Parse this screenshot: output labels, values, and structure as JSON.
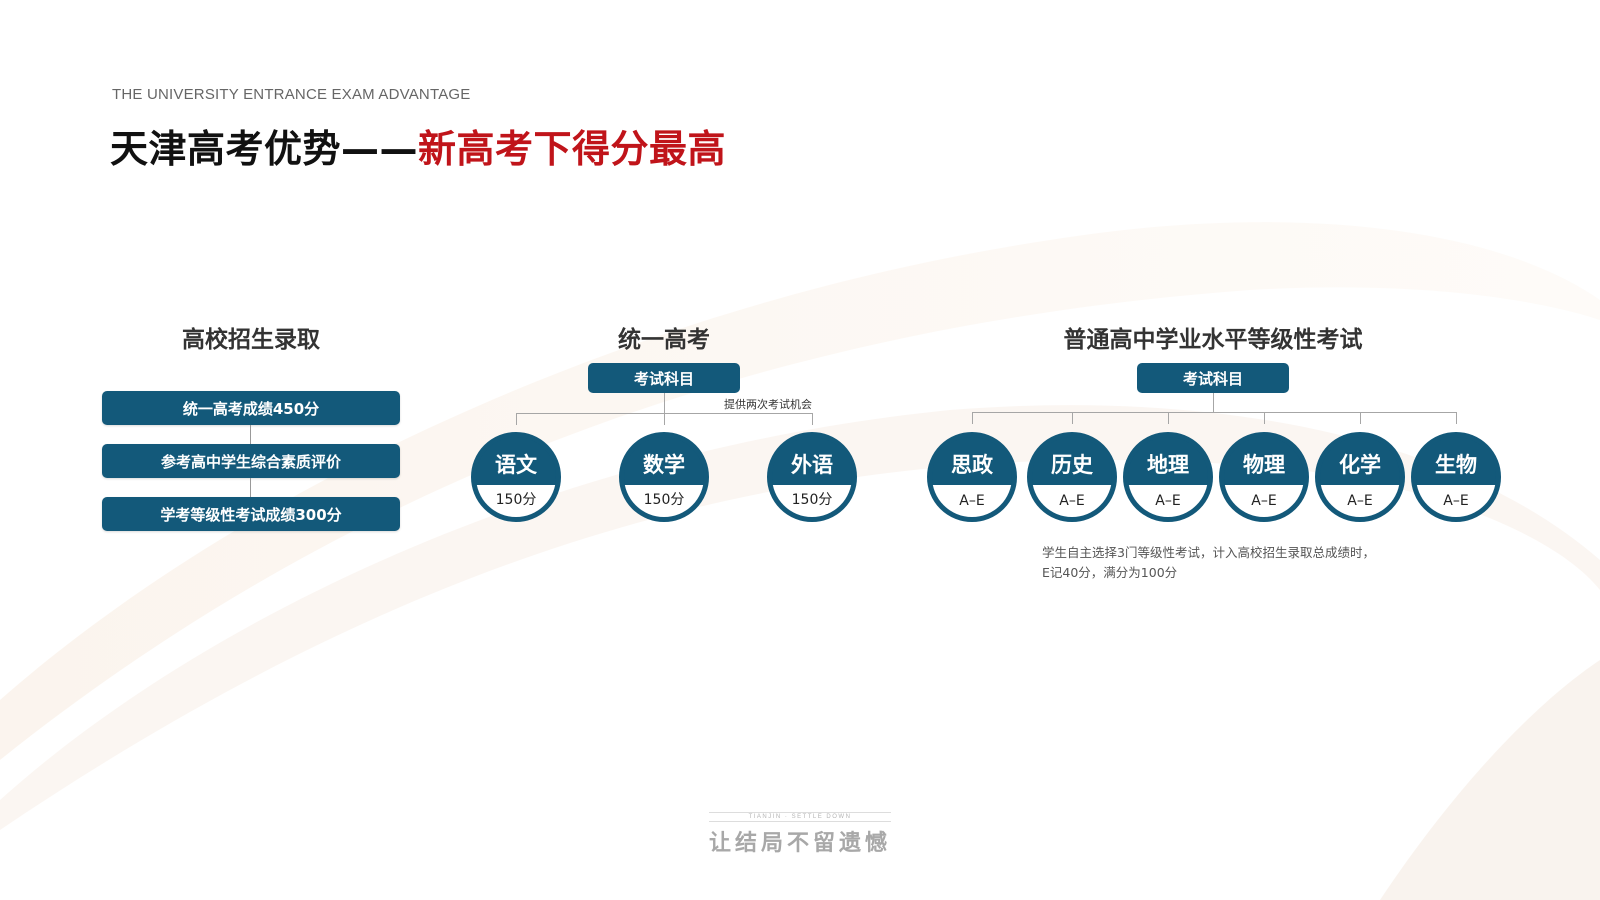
{
  "header": {
    "subtitle_en": "THE UNIVERSITY ENTRANCE EXAM ADVANTAGE",
    "title_black": "天津高考优势——",
    "title_red": "新高考下得分最高"
  },
  "admission": {
    "heading": "高校招生录取",
    "items": [
      "统一高考成绩450分",
      "参考高中学生综合素质评价",
      "学考等级性考试成绩300分"
    ]
  },
  "unified_exam": {
    "heading": "统一高考",
    "subjects_label": "考试科目",
    "note": "提供两次考试机会",
    "subjects": [
      {
        "name": "语文",
        "score": "150分"
      },
      {
        "name": "数学",
        "score": "150分"
      },
      {
        "name": "外语",
        "score": "150分"
      }
    ]
  },
  "level_exam": {
    "heading": "普通高中学业水平等级性考试",
    "subjects_label": "考试科目",
    "subjects": [
      {
        "name": "思政",
        "score": "A–E"
      },
      {
        "name": "历史",
        "score": "A–E"
      },
      {
        "name": "地理",
        "score": "A–E"
      },
      {
        "name": "物理",
        "score": "A–E"
      },
      {
        "name": "化学",
        "score": "A–E"
      },
      {
        "name": "生物",
        "score": "A–E"
      }
    ],
    "note_line1": "学生自主选择3门等级性考试，计入高校招生录取总成绩时，",
    "note_line2": "E记40分，满分为100分"
  },
  "footer": {
    "tagline_en": "TIANJIN · SETTLE DOWN",
    "tagline_cn": "让结局不留遗憾"
  },
  "colors": {
    "primary": "#13597a",
    "accent_red": "#c0141a"
  }
}
